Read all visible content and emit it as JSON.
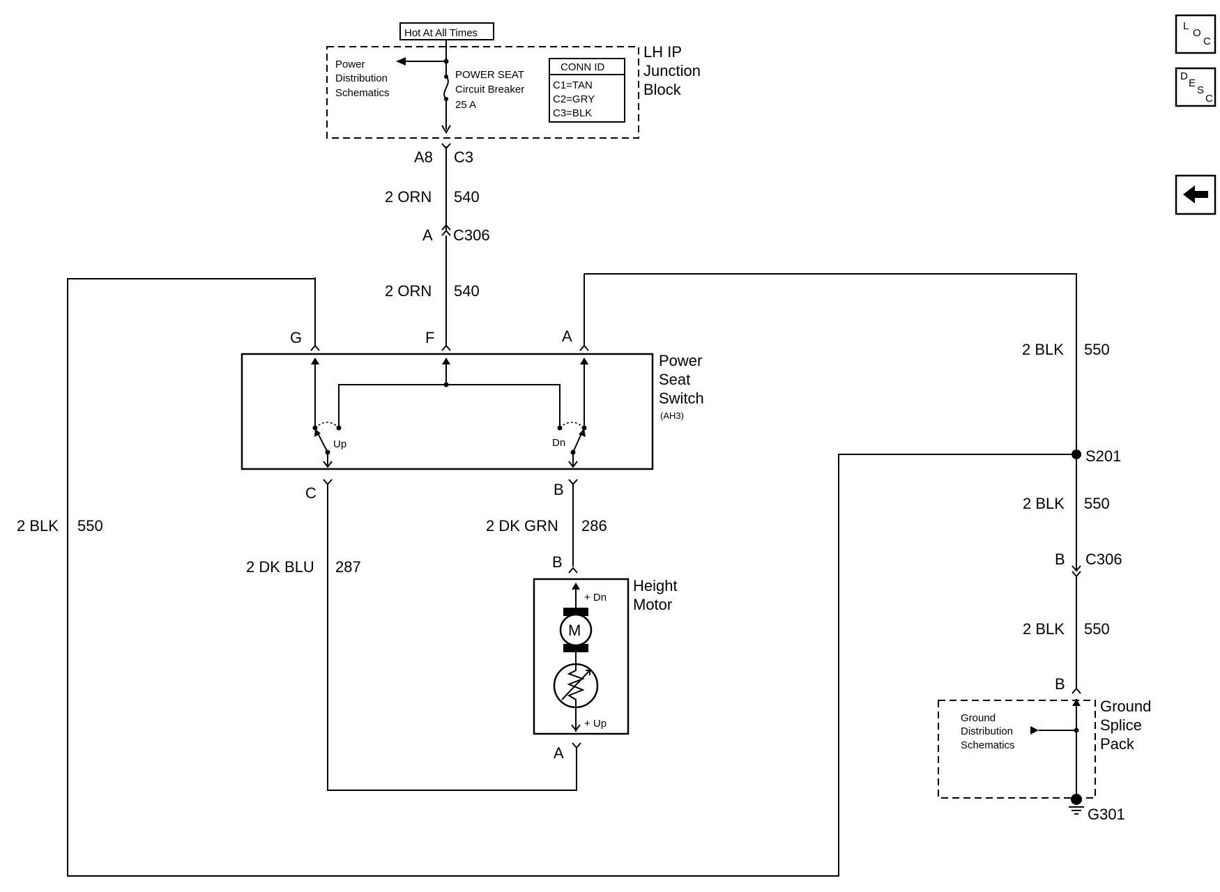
{
  "side_buttons": {
    "loc": {
      "a": "L",
      "b": "O",
      "c": "C",
      "icon": "loc-icon"
    },
    "desc": {
      "a": "D",
      "b": "E",
      "c": "S",
      "d": "C",
      "icon": "desc-icon"
    },
    "back": {
      "icon": "back-arrow-icon"
    }
  },
  "top": {
    "hot_label": "Hot At All Times",
    "power_dist": [
      "Power",
      "Distribution",
      "Schematics"
    ],
    "breaker": [
      "POWER SEAT",
      "Circuit Breaker",
      "25 A"
    ],
    "conn_id": {
      "title": "CONN ID",
      "rows": [
        "C1=TAN",
        "C2=GRY",
        "C3=BLK"
      ]
    },
    "junction": [
      "LH IP",
      "Junction",
      "Block"
    ]
  },
  "feed": {
    "pin_left": "A8",
    "pin_right": "C3",
    "wire1_color": "2 ORN",
    "wire1_num": "540",
    "c306_pin": "A",
    "c306": "C306",
    "wire2_color": "2 ORN",
    "wire2_num": "540"
  },
  "switch": {
    "name": [
      "Power",
      "Seat",
      "Switch"
    ],
    "code": "(AH3)",
    "pins": {
      "g": "G",
      "f": "F",
      "a": "A",
      "c": "C",
      "b": "B"
    },
    "up": "Up",
    "dn": "Dn"
  },
  "wires": {
    "left_color": "2 BLK",
    "left_num": "550",
    "blu_color": "2 DK BLU",
    "blu_num": "287",
    "grn_color": "2 DK GRN",
    "grn_num": "286",
    "right_color": "2 BLK",
    "right_num": "550"
  },
  "motor": {
    "name": [
      "Height",
      "Motor"
    ],
    "pin_b": "B",
    "pin_a": "A",
    "plus_dn": "+ Dn",
    "plus_up": "+ Up",
    "m": "M"
  },
  "ground": {
    "s201": "S201",
    "wire1_color": "2 BLK",
    "wire1_num": "550",
    "c306_pin": "B",
    "c306": "C306",
    "wire2_color": "2 BLK",
    "wire2_num": "550",
    "pack_pin": "B",
    "pack": [
      "Ground",
      "Splice",
      "Pack"
    ],
    "gnd_dist": [
      "Ground",
      "Distribution",
      "Schematics"
    ],
    "g301": "G301"
  }
}
